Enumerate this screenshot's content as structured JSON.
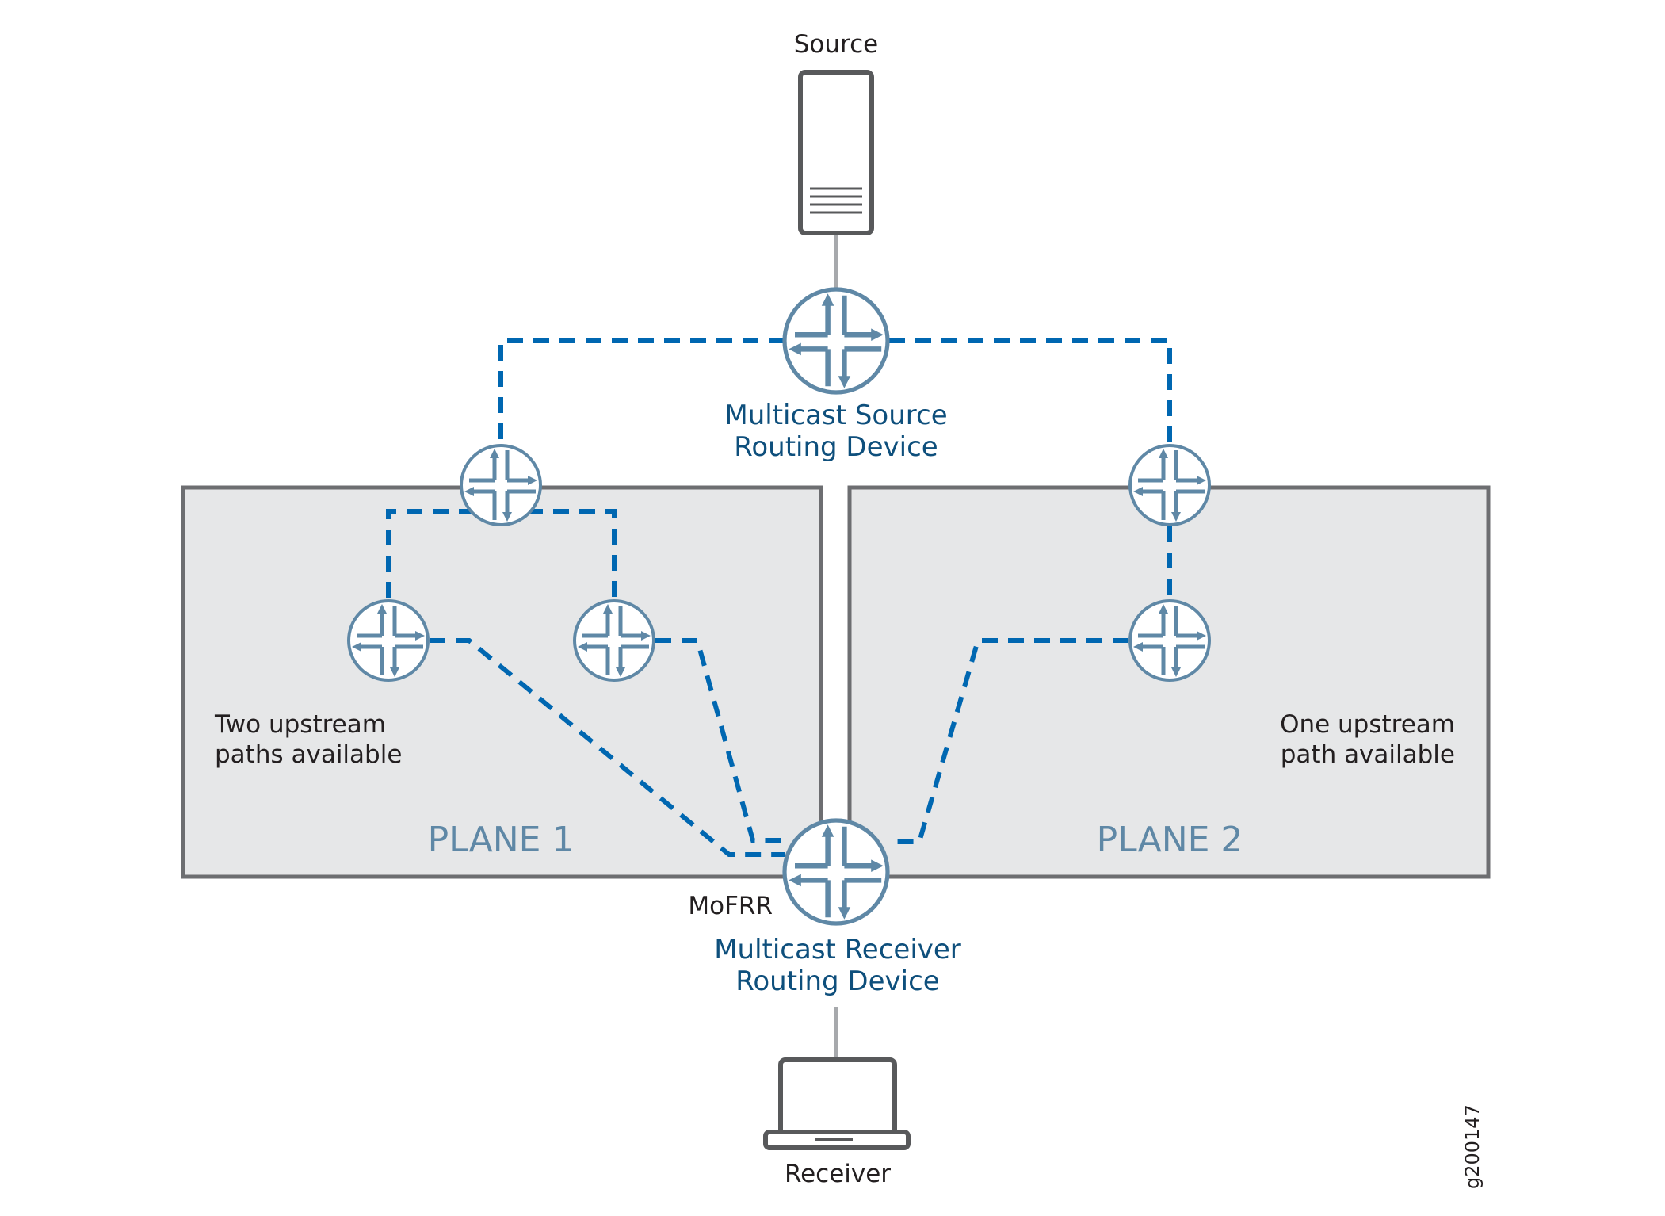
{
  "colors": {
    "link_dashed": "#0067b1",
    "router_stroke": "#5f88a6",
    "device_stroke": "#58595b",
    "plane_fill": "#e6e7e8",
    "plane_stroke": "#6d6e71",
    "wire": "#a7a9ac",
    "device_label": "#0e4f7c",
    "text": "#231f20"
  },
  "source": {
    "label": "Source",
    "icon": "server-icon"
  },
  "source_router": {
    "label_line1": "Multicast Source",
    "label_line2": "Routing Device",
    "icon": "router-icon"
  },
  "receiver_router": {
    "label_line1": "Multicast Receiver",
    "label_line2": "Routing Device",
    "tag": "MoFRR",
    "icon": "router-icon"
  },
  "receiver": {
    "label": "Receiver",
    "icon": "laptop-icon"
  },
  "planes": [
    {
      "name": "PLANE 1",
      "note_line1": "Two upstream",
      "note_line2": "paths available"
    },
    {
      "name": "PLANE 2",
      "note_line1": "One upstream",
      "note_line2": "path available"
    }
  ],
  "figure_id": "g200147"
}
